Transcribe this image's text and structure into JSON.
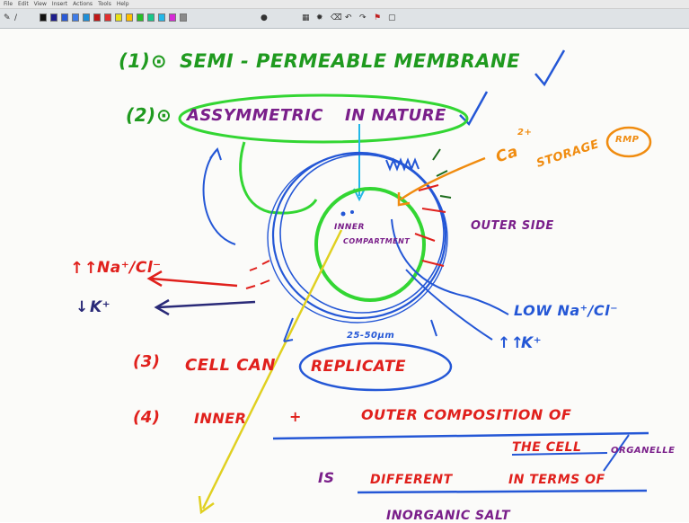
{
  "menu": [
    "File",
    "Edit",
    "View",
    "Insert",
    "Actions",
    "Tools",
    "Help"
  ],
  "palette": [
    "#111111",
    "#1d1d8c",
    "#2a5ad6",
    "#3d7be8",
    "#1e8fd8",
    "#c01818",
    "#e03030",
    "#e9e21a",
    "#ffbf00",
    "#25c025",
    "#17c78a",
    "#22b7e8",
    "#d62ad6",
    "#8a8a8a"
  ],
  "colors": {
    "green": "#1f9a1f",
    "blue": "#2457d6",
    "red": "#e0201c",
    "purple": "#7a1f8a",
    "orange": "#f08c10",
    "yellow": "#e0d020",
    "bright_green": "#33d633",
    "dark_navy": "#2a2a78"
  },
  "notes": {
    "l1_num": "(1)",
    "l1_text": "SEMI - PERMEABLE MEMBRANE",
    "l2_num": "(2)",
    "l2_text_a": "ASSYMMETRIC",
    "l2_text_b": "IN NATURE",
    "ca_label": "Ca",
    "ca_charge": "2+",
    "storage": "STORAGE",
    "storage_badge": "RMP",
    "outer_side": "OUTER SIDE",
    "inner_a": "INNER",
    "inner_b": "COMPARTMENT",
    "left_na": "Na⁺/Cl⁻",
    "left_k": "K⁺",
    "low_na": "LOW Na⁺/Cl⁻",
    "high_k": "K⁺",
    "size": "25-50µm",
    "l3_num": "(3)",
    "l3_text_a": "CELL CAN",
    "l3_text_b": "REPLICATE",
    "l4_num": "(4)",
    "l4_text_a": "INNER",
    "l4_plus": "+",
    "l4_text_b": "OUTER COMPOSITION OF",
    "l4_text_c": "THE CELL",
    "l4_text_d": "ORGANELLE",
    "l5_is": "IS",
    "l5_diff": "DIFFERENT",
    "l5_terms": "IN TERMS OF",
    "l6_text": "INORGANIC SALT"
  }
}
